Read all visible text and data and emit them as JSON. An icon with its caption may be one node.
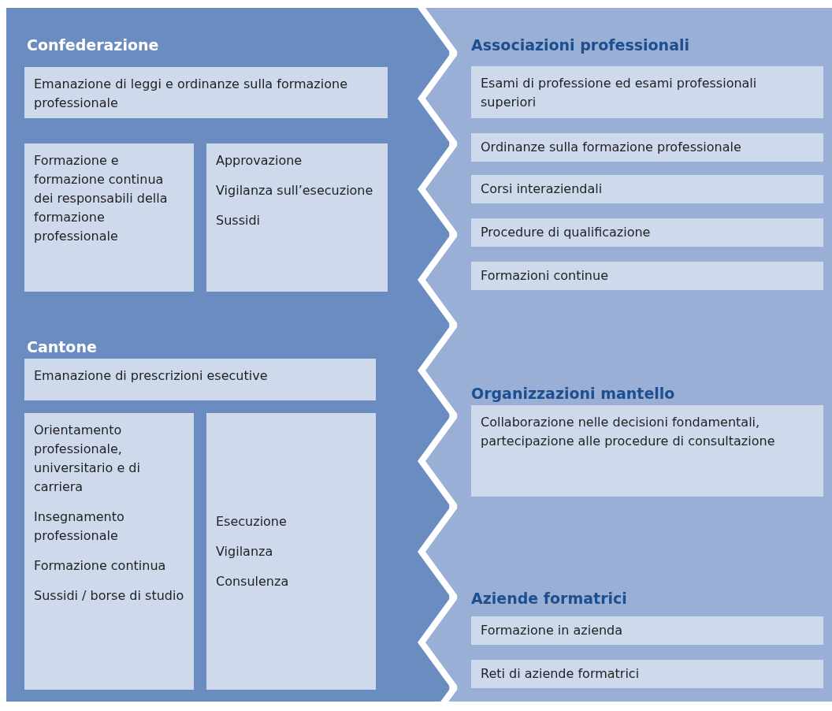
{
  "diagram": {
    "nodes": [
      {
        "text": [
          "Confederazione",
          "Cantone"
        ]
      },
      {
        "text": [
          "Associazioni professionali",
          "Organizzazioni mantello",
          "Aziende formatrici"
        ]
      },
      {
        "text": [
          "Emanazione di leggi e ordinanze sulla formazione professionale"
        ],
        "in": 0
      },
      {
        "text": [
          "Formazione e formazione continua dei responsabili della formazione professionale"
        ],
        "in": 0
      },
      {
        "text": [
          "Approvazione",
          "Vigilanza sull’esecuzione",
          "Sussidi"
        ],
        "in": 0
      },
      {
        "text": [
          "Emanazione di prescrizioni esecutive"
        ],
        "in": 0
      },
      {
        "text": [
          "Orientamento professionale, universitario e di carriera",
          "Insegnamento professionale",
          "Formazione continua",
          "Sussidi / borse di studio"
        ],
        "in": 0
      },
      {
        "text": [
          "Esecuzione",
          "Vigilanza",
          "Consulenza"
        ],
        "in": 0
      },
      {
        "text": [
          "Esami di professione ed esami professionali superiori"
        ],
        "in": 1
      },
      {
        "text": [
          "Ordinanze sulla formazione professionale"
        ],
        "in": 1
      },
      {
        "text": [
          "Corsi interaziendali"
        ],
        "in": 1
      },
      {
        "text": [
          "Procedure di qualificazione"
        ],
        "in": 1
      },
      {
        "text": [
          "Formazioni continue"
        ],
        "in": 1
      },
      {
        "text": [
          "Collaborazione nelle decisioni fondamentali, partecipazione alle procedure di consultazione"
        ],
        "in": 1
      },
      {
        "text": [
          "Formazione in azienda"
        ],
        "in": 1
      },
      {
        "text": [
          "Reti di aziende formatrici"
        ],
        "in": 1
      }
    ],
    "edges": []
  }
}
